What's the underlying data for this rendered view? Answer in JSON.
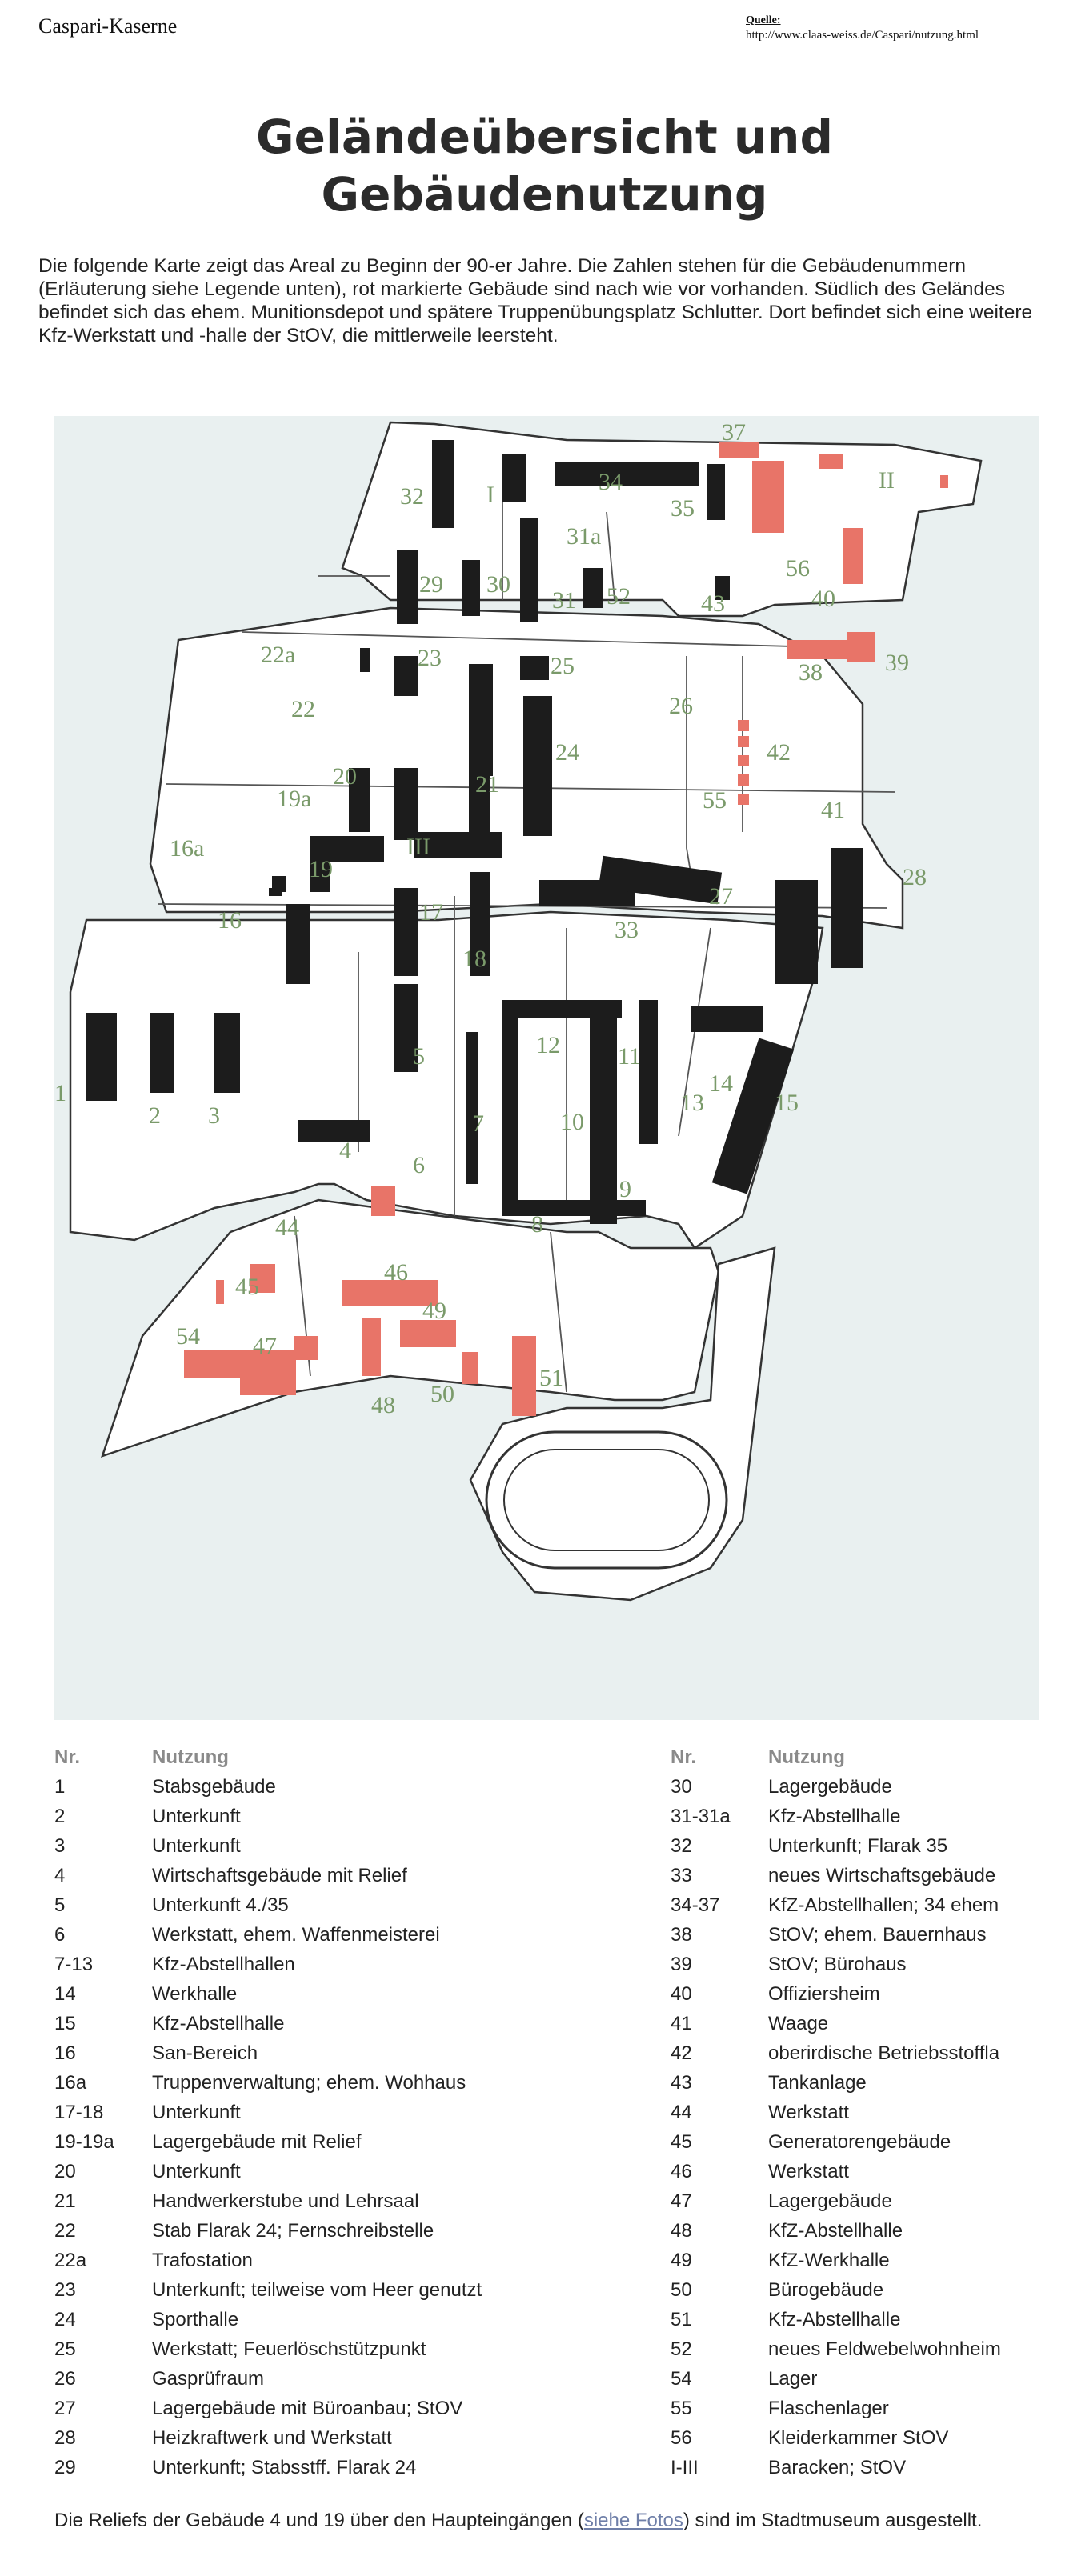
{
  "header": {
    "left_title": "Caspari-Kaserne",
    "source_label": "Quelle:",
    "source_url": "http://www.claas-weiss.de/Caspari/nutzung.html"
  },
  "title": {
    "line1": "Geländeübersicht und",
    "line2": "Gebäudenutzung"
  },
  "intro": "Die folgende Karte zeigt das Areal zu Beginn der 90-er Jahre. Die Zahlen stehen für die Gebäudenummern (Erläuterung siehe Legende unten), rot markierte Gebäude sind nach wie vor vorhanden. Südlich des Geländes befindet sich das ehem. Munitionsdepot und spätere Truppenübungsplatz Schlutter. Dort befindet sich eine weitere Kfz-Werkstatt und -halle der StOV, die mittlerweile leersteht.",
  "map": {
    "colors": {
      "background": "#e9f0f0",
      "building": "#1c1c1c",
      "preserved": "#e87468",
      "label": "#7a9a6a",
      "road": "#ffffff",
      "outline": "#333333"
    },
    "labels": [
      "37",
      "II",
      "32",
      "I",
      "34",
      "35",
      "31a",
      "56",
      "29",
      "30",
      "31",
      "52",
      "43",
      "40",
      "22a",
      "23",
      "25",
      "38",
      "39",
      "22",
      "26",
      "24",
      "42",
      "20",
      "21",
      "19a",
      "55",
      "41",
      "16a",
      "III",
      "19",
      "28",
      "17",
      "27",
      "16",
      "33",
      "18",
      "12",
      "11",
      "1",
      "14",
      "2",
      "3",
      "5",
      "13",
      "15",
      "7",
      "10",
      "4",
      "6",
      "9",
      "44",
      "8",
      "46",
      "45",
      "49",
      "54",
      "47",
      "51",
      "48",
      "50"
    ]
  },
  "legend": {
    "head_nr": "Nr.",
    "head_use": "Nutzung",
    "col1": [
      {
        "nr": "1",
        "use": "Stabsgebäude"
      },
      {
        "nr": "2",
        "use": "Unterkunft"
      },
      {
        "nr": "3",
        "use": "Unterkunft"
      },
      {
        "nr": "4",
        "use": "Wirtschaftsgebäude mit Relief"
      },
      {
        "nr": "5",
        "use": "Unterkunft 4./35"
      },
      {
        "nr": "6",
        "use": "Werkstatt, ehem. Waffenmeisterei"
      },
      {
        "nr": "7-13",
        "use": "Kfz-Abstellhallen"
      },
      {
        "nr": "14",
        "use": "Werkhalle"
      },
      {
        "nr": "15",
        "use": "Kfz-Abstellhalle"
      },
      {
        "nr": "16",
        "use": "San-Bereich"
      },
      {
        "nr": "16a",
        "use": "Truppenverwaltung; ehem. Wohhaus"
      },
      {
        "nr": "17-18",
        "use": "Unterkunft"
      },
      {
        "nr": "19-19a",
        "use": "Lagergebäude mit Relief"
      },
      {
        "nr": "20",
        "use": "Unterkunft"
      },
      {
        "nr": "21",
        "use": "Handwerkerstube und Lehrsaal"
      },
      {
        "nr": "22",
        "use": "Stab Flarak 24; Fernschreibstelle"
      },
      {
        "nr": "22a",
        "use": "Trafostation"
      },
      {
        "nr": "23",
        "use": "Unterkunft; teilweise vom Heer genutzt"
      },
      {
        "nr": "24",
        "use": "Sporthalle"
      },
      {
        "nr": "25",
        "use": "Werkstatt; Feuerlöschstützpunkt"
      },
      {
        "nr": "26",
        "use": "Gasprüfraum"
      },
      {
        "nr": "27",
        "use": "Lagergebäude mit Büroanbau; StOV"
      },
      {
        "nr": "28",
        "use": "Heizkraftwerk und Werkstatt"
      },
      {
        "nr": "29",
        "use": "Unterkunft; Stabsstff. Flarak 24"
      }
    ],
    "col2": [
      {
        "nr": "30",
        "use": "Lagergebäude"
      },
      {
        "nr": "31-31a",
        "use": "Kfz-Abstellhalle"
      },
      {
        "nr": "32",
        "use": "Unterkunft; Flarak 35"
      },
      {
        "nr": "33",
        "use": "neues Wirtschaftsgebäude"
      },
      {
        "nr": "34-37",
        "use": "KfZ-Abstellhallen; 34 ehem"
      },
      {
        "nr": "38",
        "use": "StOV; ehem. Bauernhaus"
      },
      {
        "nr": "39",
        "use": "StOV; Bürohaus"
      },
      {
        "nr": "40",
        "use": "Offiziersheim"
      },
      {
        "nr": "41",
        "use": "Waage"
      },
      {
        "nr": "42",
        "use": "oberirdische Betriebsstoffla"
      },
      {
        "nr": "43",
        "use": "Tankanlage"
      },
      {
        "nr": "44",
        "use": "Werkstatt"
      },
      {
        "nr": "45",
        "use": "Generatorengebäude"
      },
      {
        "nr": "46",
        "use": "Werkstatt"
      },
      {
        "nr": "47",
        "use": "Lagergebäude"
      },
      {
        "nr": "48",
        "use": "KfZ-Abstellhalle"
      },
      {
        "nr": "49",
        "use": "KfZ-Werkhalle"
      },
      {
        "nr": "50",
        "use": "Bürogebäude"
      },
      {
        "nr": "51",
        "use": "Kfz-Abstellhalle"
      },
      {
        "nr": "52",
        "use": "neues Feldwebelwohnheim"
      },
      {
        "nr": "54",
        "use": "Lager"
      },
      {
        "nr": "55",
        "use": "Flaschenlager"
      },
      {
        "nr": "56",
        "use": "Kleiderkammer StOV"
      },
      {
        "nr": "I-III",
        "use": "Baracken; StOV"
      }
    ]
  },
  "footer": {
    "text_before": "Die Reliefs der Gebäude 4 und 19 über den Haupteingängen (",
    "link": "siehe Fotos",
    "text_after": ") sind im Stadtmuseum ausgestellt."
  }
}
